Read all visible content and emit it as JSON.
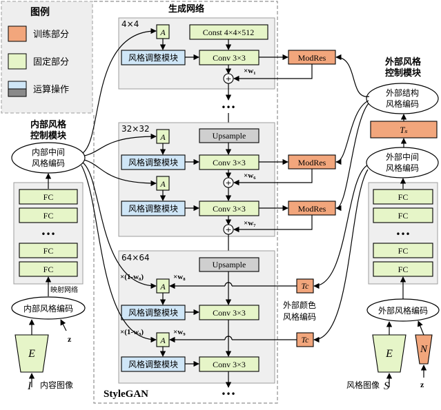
{
  "legend": {
    "title": "图例",
    "items": [
      {
        "label": "训练部分",
        "color": "#f2a67c"
      },
      {
        "label": "固定部分",
        "color": "#e6f5c8"
      },
      {
        "label": "运算操作",
        "color": "#cfe6f7",
        "color2": "#8a8a8a"
      }
    ]
  },
  "generator": {
    "title": "生成网络",
    "name": "StyleGAN",
    "res_4": "4×4",
    "res_32": "32×32",
    "res_64": "64×64",
    "const_label": "Const 4×4×512",
    "conv_label": "Conv 3×3",
    "style_label": "风格调整模块",
    "a_label": "A",
    "upsample_label": "Upsample",
    "modres_label": "ModRes",
    "w1": "×w₁",
    "w6": "×w₆",
    "w7": "×w₇",
    "w8": "×w₈",
    "w9": "×w₉",
    "one_minus_w8": "×(1-w₈)",
    "one_minus_w9": "×(1-w₉)",
    "plus": "+",
    "dots": "•••"
  },
  "internal": {
    "title_line1": "内部风格",
    "title_line2": "控制模块",
    "mid_code_line1": "内部中间",
    "mid_code_line2": "风格编码",
    "fc_label": "FC",
    "dots": "•••",
    "mapping_label": "映射网络",
    "code_label": "内部风格编码",
    "e_label": "E",
    "z_label": "z",
    "input_symbol": "I",
    "input_label": "内容图像"
  },
  "external": {
    "title_line1": "外部风格",
    "title_line2": "控制模块",
    "struct_line1": "外部结构",
    "struct_line2": "风格编码",
    "ts_label": "Tₛ",
    "mid_code_line1": "外部中间",
    "mid_code_line2": "风格编码",
    "fc_label": "FC",
    "dots": "•••",
    "code_label": "外部风格编码",
    "e_label": "E",
    "n_label": "N",
    "z_label": "z",
    "input_label": "风格图像",
    "input_symbol": "S",
    "tc_label": "Tc",
    "color_line1": "外部颜色",
    "color_line2": "风格编码"
  }
}
